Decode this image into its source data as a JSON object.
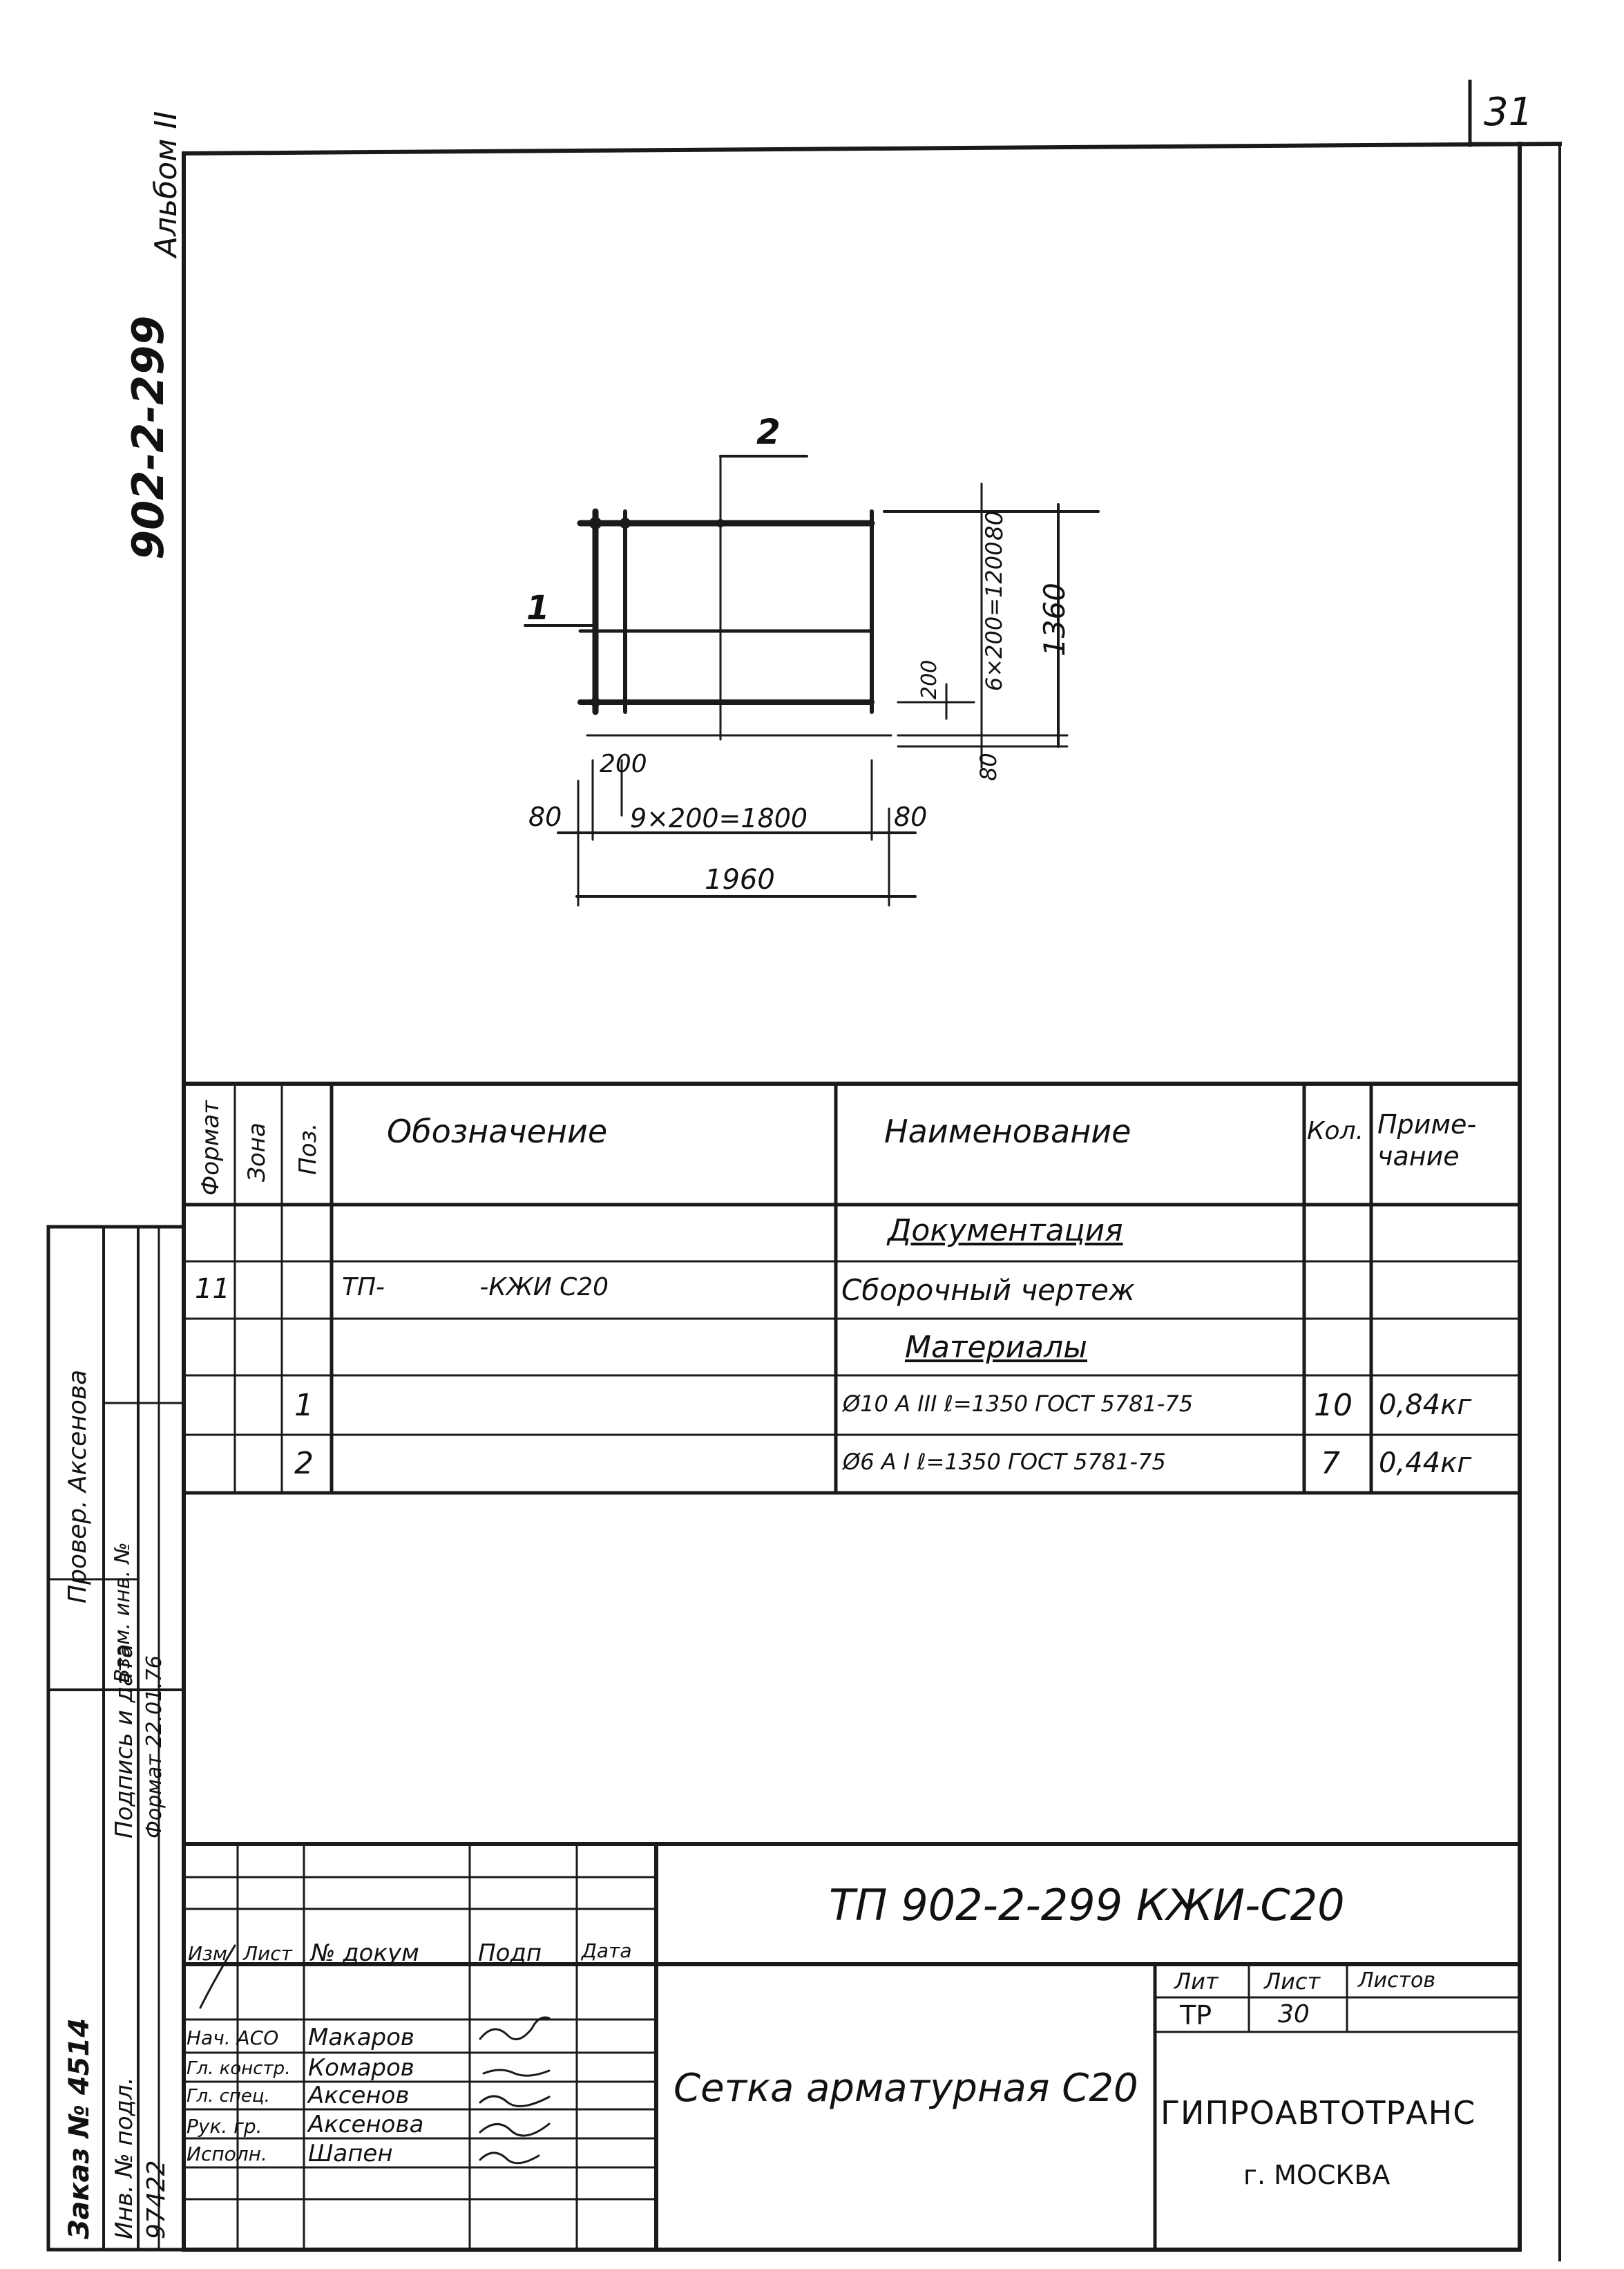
{
  "sheet": {
    "page_number": "31",
    "album_label": "Альбом II",
    "project_code": "902-2-299"
  },
  "drawing": {
    "pos_top": "2",
    "pos_left": "1",
    "dim_bar_spacing": "200",
    "dim_edge_80": "80",
    "dim_vertical_series": "6×200=1200",
    "dim_height_total": "1360",
    "dim_horizontal_series": "9×200=1800",
    "dim_width_total": "1960"
  },
  "spec_table": {
    "headers": [
      "Формат",
      "Зона",
      "Поз.",
      "Обозначение",
      "Наименование",
      "Кол.",
      "Приме-\nчание"
    ],
    "rows": [
      {
        "format": "",
        "zone": "",
        "pos": "",
        "designation": "",
        "name": "Документация",
        "qty": "",
        "note": ""
      },
      {
        "format": "11",
        "zone": "",
        "pos": "",
        "designation": "ТП-            -КЖИ С20",
        "name": "Сборочный чертеж",
        "qty": "",
        "note": ""
      },
      {
        "format": "",
        "zone": "",
        "pos": "",
        "designation": "",
        "name": "Материалы",
        "qty": "",
        "note": ""
      },
      {
        "format": "",
        "zone": "",
        "pos": "1",
        "designation": "",
        "name": "Ø10 A III  ℓ=1350  ГОСТ 5781-75",
        "qty": "10",
        "note": "0,84кг"
      },
      {
        "format": "",
        "zone": "",
        "pos": "2",
        "designation": "",
        "name": "Ø6 A I  ℓ=1350  ГОСТ 5781-75",
        "qty": "7",
        "note": "0,44кг"
      }
    ]
  },
  "left_margin": {
    "col1": "Заказ № 4514",
    "col2_a": "Инв. № подл.",
    "col2_b": "Подпись и дата",
    "col2_c": "Взам. инв. №",
    "col3_a": "97422",
    "col3_b": "Провер. Аксенова",
    "col3_c": "Формат 22.01.76"
  },
  "title_block": {
    "doc_number": "ТП 902-2-299 КЖИ-С20",
    "sheet_name": "Сетка арматурная С20",
    "col_headers": [
      "Изм",
      "Лист",
      "№ докум",
      "Подп",
      "Дата"
    ],
    "signers": [
      {
        "role": "Нач. АСО",
        "name": "Макаров"
      },
      {
        "role": "Гл. констр.",
        "name": "Комаров"
      },
      {
        "role": "Гл. спец.",
        "name": "Аксенов"
      },
      {
        "role": "Рук. гр.",
        "name": "Аксенова"
      },
      {
        "role": "Исполн.",
        "name": "Шапен"
      }
    ],
    "stage_label": "Лит",
    "sheet_label": "Лист",
    "sheets_label": "Листов",
    "stage": "ТР",
    "sheet": "30",
    "organization": "ГИПРОАВТОТРАНС",
    "city": "г. МОСКВА"
  }
}
